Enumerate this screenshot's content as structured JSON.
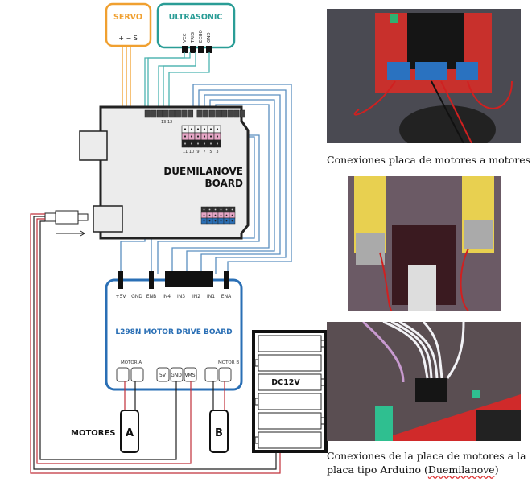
{
  "diagram": {
    "servo": {
      "title": "SERVO",
      "pins": "+ − S"
    },
    "ultrasonic": {
      "title": "ULTRASONIC",
      "pins": [
        "VCC",
        "TRIG",
        "ECHO",
        "GND"
      ]
    },
    "arduino": {
      "title_line1": "DUEMILANOVE",
      "title_line2": "BOARD",
      "top_header_labels": [
        "13",
        "12"
      ],
      "pin_labels": [
        "11",
        "10",
        "9",
        "7",
        "5",
        "3"
      ]
    },
    "driver": {
      "title": "L298N MOTOR DRIVE BOARD",
      "top_pins": [
        "+5V",
        "GND",
        "ENB",
        "IN4",
        "IN3",
        "IN2",
        "IN1",
        "ENA"
      ],
      "motor_a_label": "MOTOR A",
      "motor_b_label": "MOTOR B",
      "power_pins": [
        "5V",
        "GND",
        "VMS"
      ]
    },
    "motors": {
      "label": "MOTORES",
      "a": "A",
      "b": "B"
    },
    "battery": {
      "label": "DC12V"
    },
    "colors": {
      "servo": "#f0a030",
      "ultrasonic": "#2a9d96",
      "driver_border": "#2a6fb5",
      "driver_title": "#2a6fb5",
      "wire_blue": "#5a8fc0",
      "wire_teal": "#4bb3b0",
      "wire_red": "#c0303a",
      "wire_black": "#222222",
      "board_fill": "#ececec",
      "pin_pink": "#e6a6c6",
      "pin_blue": "#2a6fb5"
    }
  },
  "photos": [
    {
      "caption": "Conexiones placa de motores a motores"
    },
    {
      "caption": ""
    },
    {
      "caption_line1": "Conexiones de la placa de motores a la",
      "caption_line2_prefix": "placa tipo Arduino (",
      "caption_line2_word": "Duemilanove",
      "caption_line2_suffix": ")"
    }
  ]
}
